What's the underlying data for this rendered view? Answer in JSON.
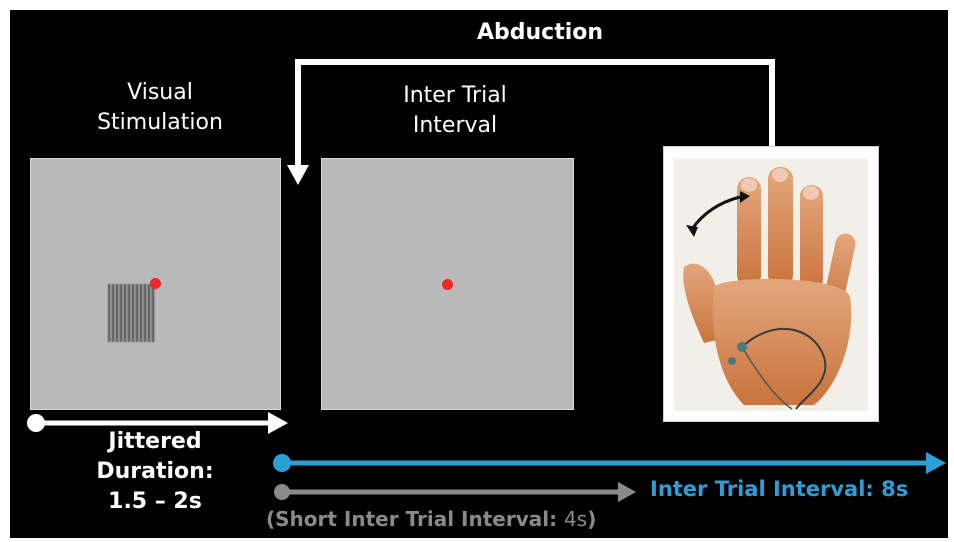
{
  "labels": {
    "abduction": "Abduction",
    "visual_stimulation": [
      "Visual",
      "Stimulation"
    ],
    "inter_trial_interval": [
      "Inter Trial",
      "Interval"
    ],
    "jittered_duration": [
      "Jittered",
      "Duration:",
      "1.5 – 2s"
    ],
    "long_iti": "Inter Trial Interval: 8s",
    "short_iti_prefix": "(Short Inter Trial Interval: ",
    "short_iti_value": "4s",
    "short_iti_suffix": ")"
  },
  "colors": {
    "background": "#000000",
    "screen_gray": "#b9b9b9",
    "fixation_red": "#e8282a",
    "white_arrow": "#ffffff",
    "long_iti_blue": "#2a9fd8",
    "short_iti_gray": "#8a8a8a"
  }
}
